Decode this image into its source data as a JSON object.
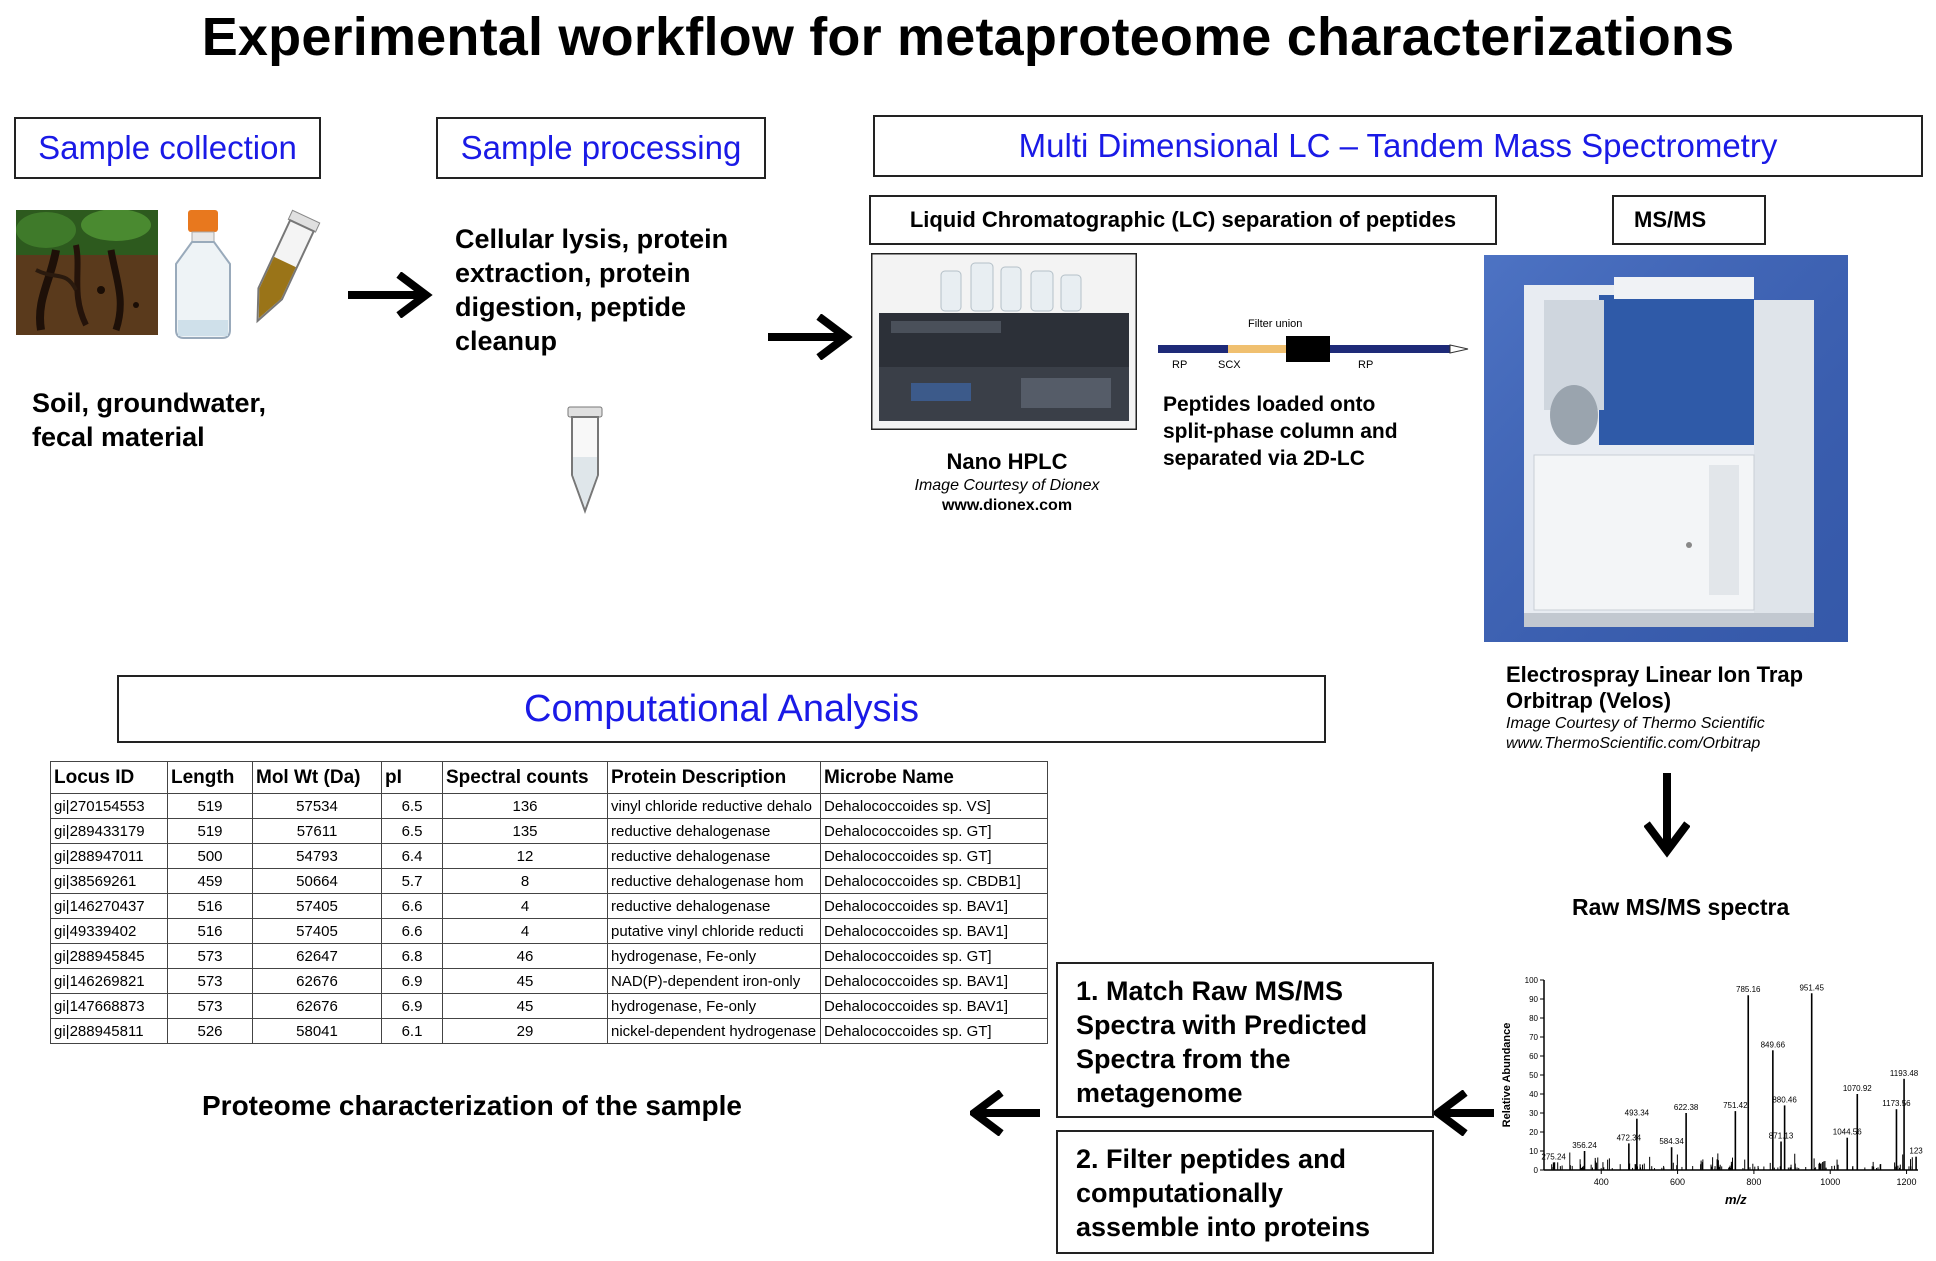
{
  "title": "Experimental workflow for metaproteome characterizations",
  "sample_collection": {
    "heading": "Sample collection",
    "caption_line1": "Soil, groundwater,",
    "caption_line2": "fecal material"
  },
  "sample_processing": {
    "heading": "Sample processing",
    "line1": "Cellular lysis, protein",
    "line2": "extraction, protein",
    "line3": "digestion, peptide",
    "line4": "cleanup"
  },
  "lcms": {
    "heading": "Multi Dimensional LC – Tandem Mass Spectrometry",
    "lc_heading": "Liquid Chromatographic  (LC) separation of peptides",
    "msms_heading": "MS/MS",
    "hplc_name": "Nano HPLC",
    "hplc_courtesy": "Image Courtesy of Dionex",
    "hplc_url": "www.dionex.com",
    "column_filter_label": "Filter union",
    "column_rp_left": "RP",
    "column_scx": "SCX",
    "column_rp_right": "RP",
    "column_desc_line1": "Peptides loaded onto",
    "column_desc_line2": "split-phase column and",
    "column_desc_line3": "separated via 2D-LC",
    "ms_name_line1": "Electrospray Linear Ion Trap",
    "ms_name_line2": "Orbitrap (Velos)",
    "ms_courtesy": "Image Courtesy of Thermo Scientific",
    "ms_url": "www.ThermoScientific.com/Orbitrap",
    "spectra_heading": "Raw MS/MS spectra"
  },
  "computational": {
    "heading": "Computational Analysis",
    "conclusion": "Proteome characterization of the sample",
    "step1_line1": "1.  Match Raw MS/MS",
    "step1_line2": "Spectra with Predicted",
    "step1_line3": "Spectra from the",
    "step1_line4": "metagenome",
    "step2_line1": "2.  Filter peptides and",
    "step2_line2": "computationally",
    "step2_line3": "assemble into proteins"
  },
  "table": {
    "headers": [
      "Locus ID",
      "Length",
      "Mol Wt (Da)",
      "pI",
      "Spectral counts",
      "Protein Description",
      "Microbe Name"
    ],
    "rows": [
      [
        "gi|270154553",
        "519",
        "57534",
        "6.5",
        "136",
        "vinyl chloride reductive dehalo",
        "Dehalococcoides sp. VS]"
      ],
      [
        "gi|289433179",
        "519",
        "57611",
        "6.5",
        "135",
        "reductive dehalogenase",
        "Dehalococcoides sp. GT]"
      ],
      [
        "gi|288947011",
        "500",
        "54793",
        "6.4",
        "12",
        "reductive dehalogenase",
        "Dehalococcoides sp. GT]"
      ],
      [
        "gi|38569261",
        "459",
        "50664",
        "5.7",
        "8",
        "reductive dehalogenase hom",
        "Dehalococcoides sp. CBDB1]"
      ],
      [
        "gi|146270437",
        "516",
        "57405",
        "6.6",
        "4",
        "reductive dehalogenase",
        "Dehalococcoides sp. BAV1]"
      ],
      [
        "gi|49339402",
        "516",
        "57405",
        "6.6",
        "4",
        "putative vinyl chloride reducti",
        "Dehalococcoides sp. BAV1]"
      ],
      [
        "gi|288945845",
        "573",
        "62647",
        "6.8",
        "46",
        "hydrogenase, Fe-only",
        "Dehalococcoides sp. GT]"
      ],
      [
        "gi|146269821",
        "573",
        "62676",
        "6.9",
        "45",
        "NAD(P)-dependent iron-only",
        "Dehalococcoides sp. BAV1]"
      ],
      [
        "gi|147668873",
        "573",
        "62676",
        "6.9",
        "45",
        "hydrogenase, Fe-only",
        "Dehalococcoides sp. BAV1]"
      ],
      [
        "gi|288945811",
        "526",
        "58041",
        "6.1",
        "29",
        "nickel-dependent hydrogenase",
        "Dehalococcoides sp. GT]"
      ]
    ]
  },
  "spectrum": {
    "ylabel": "Relative Abundance",
    "xlabel": "m/z",
    "x_ticks": [
      "400",
      "600",
      "800",
      "1000",
      "1200"
    ],
    "y_ticks": [
      "0",
      "10",
      "20",
      "30",
      "40",
      "50",
      "60",
      "70",
      "80",
      "90",
      "100"
    ],
    "peak_labels": [
      "785.16",
      "951.45",
      "849.66",
      "1193.48",
      "1070.92",
      "1173.56",
      "880.46",
      "493.34",
      "622.38",
      "751.42",
      "1044.56",
      "871.13",
      "584.34",
      "472.34",
      "356.24",
      "275.24",
      "123"
    ]
  }
}
